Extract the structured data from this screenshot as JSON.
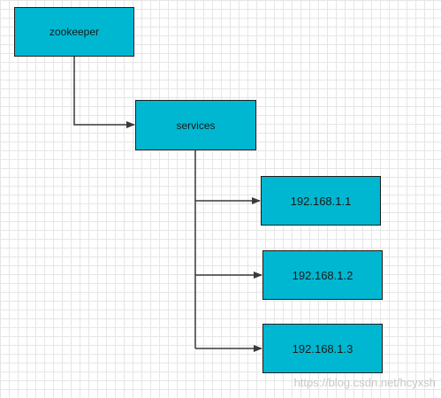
{
  "diagram": {
    "node_color": "#00b7d1",
    "line_color": "#3a3a3a",
    "nodes": {
      "zookeeper": {
        "label": "zookeeper"
      },
      "services": {
        "label": "services"
      },
      "host1": {
        "label": "192.168.1.1"
      },
      "host2": {
        "label": "192.168.1.2"
      },
      "host3": {
        "label": "192.168.1.3"
      }
    },
    "watermark": "https://blog.csdn.net/hcyxsh"
  }
}
